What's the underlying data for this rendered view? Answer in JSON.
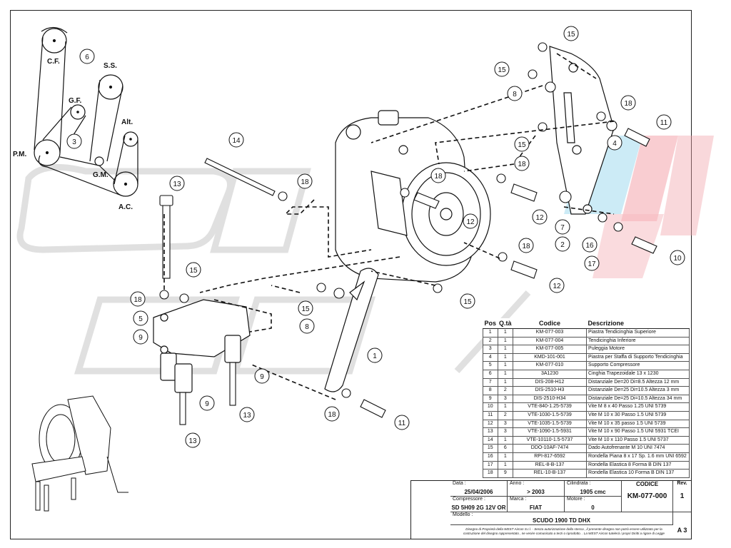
{
  "callouts": {
    "n1": "1",
    "n2": "2",
    "n3": "3",
    "n4": "4",
    "n5": "5",
    "n6": "6",
    "n7": "7",
    "n8": "8",
    "n9": "9",
    "n10": "10",
    "n11": "11",
    "n12": "12",
    "n13": "13",
    "n14": "14",
    "n15": "15",
    "n16": "16",
    "n17": "17",
    "n18": "18"
  },
  "belt_labels": {
    "cf": "C.F.",
    "ss": "S.S.",
    "gf": "G.F.",
    "alt": "Alt.",
    "pm": "P.M.",
    "gm": "G.M.",
    "ac": "A.C."
  },
  "parts_table": {
    "headers": {
      "pos": "Pos",
      "qty": "Q.tà",
      "code": "Codice",
      "desc": "Descrizione"
    },
    "rows": [
      {
        "pos": "1",
        "qty": "1",
        "code": "KM-077-003",
        "desc": "Piastra Tendicinghia Superiore"
      },
      {
        "pos": "2",
        "qty": "1",
        "code": "KM-077-004",
        "desc": "Tendicinghia Inferiore"
      },
      {
        "pos": "3",
        "qty": "1",
        "code": "KM-077-005",
        "desc": "Puleggia Motore"
      },
      {
        "pos": "4",
        "qty": "1",
        "code": "KMD-101-001",
        "desc": "Piastra per Staffa di Supporto Tendicinghia"
      },
      {
        "pos": "5",
        "qty": "1",
        "code": "KM-077-010",
        "desc": "Supporto Compressore"
      },
      {
        "pos": "6",
        "qty": "1",
        "code": "3A1230",
        "desc": "Cinghia Trapezoidale  13 x 1230"
      },
      {
        "pos": "7",
        "qty": "1",
        "code": "DIS-208-H12",
        "desc": "Distanziale De=20 Di=8.5 Altezza 12 mm"
      },
      {
        "pos": "8",
        "qty": "2",
        "code": "DIS-2510-H3",
        "desc": "Distanziale De=25 Di=10.5 Altezza 3 mm"
      },
      {
        "pos": "9",
        "qty": "3",
        "code": "DIS-2510-H34",
        "desc": "Distanziale De=25 Di=10.5 Altezza 34 mm"
      },
      {
        "pos": "10",
        "qty": "1",
        "code": "VTE-840-1.25-5739",
        "desc": "Vite M 8 x 40 Passo 1.25 UNI 5739"
      },
      {
        "pos": "11",
        "qty": "2",
        "code": "VTE-1030-1.5-5739",
        "desc": "Vite M 10 x 30 Passo 1.5 UNI 5739"
      },
      {
        "pos": "12",
        "qty": "3",
        "code": "VTE-1035-1.5-5739",
        "desc": "Vite M 10 x 35 passo 1.5 UNI 5739"
      },
      {
        "pos": "13",
        "qty": "3",
        "code": "VTE-1090-1.5-5931",
        "desc": "Vite M 10 x 90 Passo 1.5 UNI 5931 TCEI"
      },
      {
        "pos": "14",
        "qty": "1",
        "code": "VTE-10110-1.5-5737",
        "desc": "Vite M 10 x 110 Passo 1.5 UNI 5737"
      },
      {
        "pos": "15",
        "qty": "6",
        "code": "DDO-10AF-7474",
        "desc": "Dado Autofrenante M 10 UNI 7474"
      },
      {
        "pos": "16",
        "qty": "1",
        "code": "RPI-817-6592",
        "desc": "Rondella Piana 8 x 17 Sp. 1.6 mm UNI 6592"
      },
      {
        "pos": "17",
        "qty": "1",
        "code": "REL-8-B-137",
        "desc": "Rondella Elastica 8 Forma B DIN 137"
      },
      {
        "pos": "18",
        "qty": "9",
        "code": "REL-10-B-137",
        "desc": "Rondella Elastica 10 Forma B DIN 137"
      }
    ]
  },
  "title_block": {
    "data_label": "Data :",
    "data_value": "25/04/2006",
    "anno_label": "Anno :",
    "anno_value": "> 2003",
    "cilindrata_label": "Cilindrata :",
    "cilindrata_value": "1905 cmc",
    "codice_label": "CODICE",
    "codice_value": "KM-077-000",
    "rev_label": "Rev.",
    "rev_value": "1",
    "compressore_label": "Compressore :",
    "compressore_value": "SD 5H09 2G 12V OR",
    "marca_label": "Marca :",
    "marca_value": "FIAT",
    "motore_label": "Motore :",
    "motore_value": "0",
    "modello_label": "Modello :",
    "modello_value": "SCUDO 1900 TD DHX",
    "disclaimer_1": "Disegno di Proprietà della WEST Aircon S.r.l. - Senza autorizzazione della stessa , il presente disegno non potrà essere utilizzato per la",
    "disclaimer_2": "costruzione del disegno rappresentato , ne venire comunicato a terzi o riprodotto. . La WEST Aircon tutelerà i propri Diritti a rigore di Legge",
    "sheet": "A 3"
  },
  "colors": {
    "line": "#111111",
    "watermark_blue": "#9ed8ee",
    "watermark_red": "#f3a0a8",
    "watermark_grey": "#d6d6d6"
  }
}
